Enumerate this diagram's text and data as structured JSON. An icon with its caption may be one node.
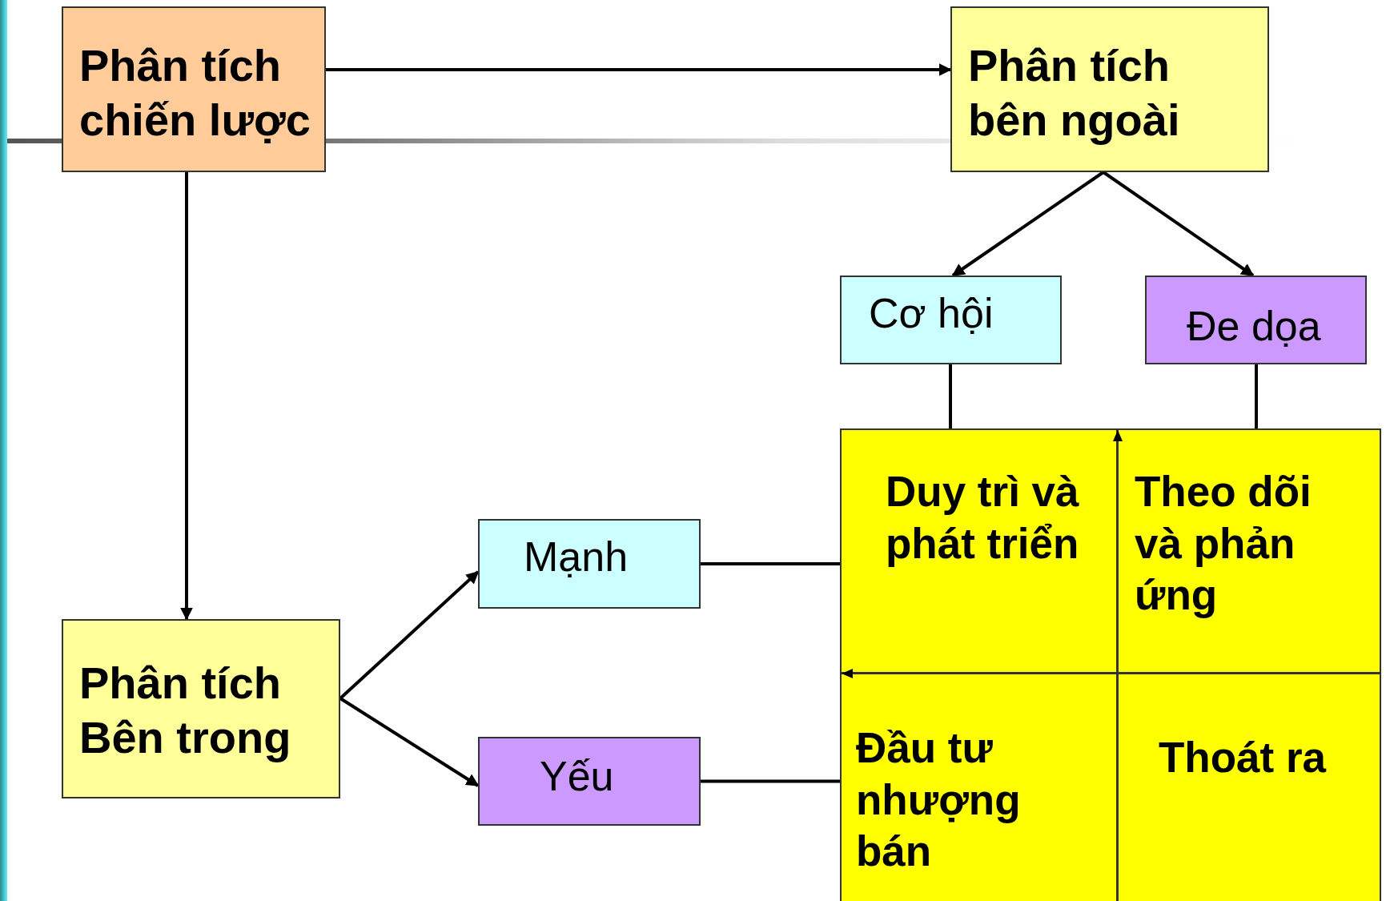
{
  "diagram": {
    "nodes": [
      {
        "text": [
          "Phân tích chiến lược"
        ]
      },
      {
        "text": [
          "Phân tích bên ngoài"
        ]
      },
      {
        "text": [
          "Cơ hội"
        ]
      },
      {
        "text": [
          "Đe dọa"
        ]
      },
      {
        "text": [
          "Phân tích Bên trong"
        ]
      },
      {
        "text": [
          "Mạnh"
        ]
      },
      {
        "text": [
          "Yếu"
        ]
      },
      {
        "text": [
          "Duy trì và phát triển"
        ]
      },
      {
        "text": [
          "Theo dõi và phản ứng"
        ]
      },
      {
        "text": [
          "Đầu tư nhượng bán"
        ]
      },
      {
        "text": [
          "Thoát ra"
        ]
      }
    ],
    "edges": [
      {
        "from": 0,
        "to": 1,
        "arrow": "to"
      },
      {
        "from": 0,
        "to": 4,
        "arrow": "to"
      },
      {
        "from": 1,
        "to": 2,
        "arrow": "to"
      },
      {
        "from": 1,
        "to": 3,
        "arrow": "to"
      },
      {
        "from": 4,
        "to": 5,
        "arrow": "to"
      },
      {
        "from": 4,
        "to": 6,
        "arrow": "to"
      },
      {
        "from": 2,
        "to": 7,
        "arrow": "none"
      },
      {
        "from": 3,
        "to": 8,
        "arrow": "none"
      },
      {
        "from": 5,
        "to": 7,
        "arrow": "none"
      },
      {
        "from": 6,
        "to": 9,
        "arrow": "none"
      }
    ]
  }
}
